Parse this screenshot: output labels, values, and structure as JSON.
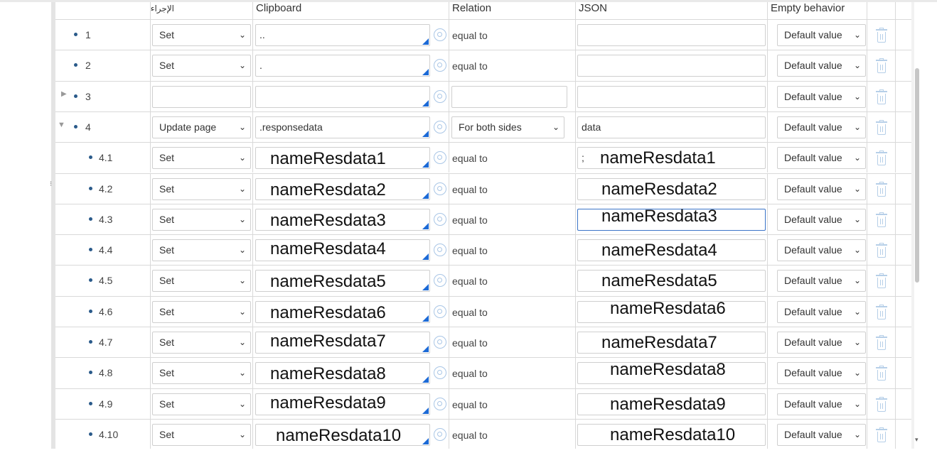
{
  "columns": {
    "action": "الإجراء",
    "clipboard": "Clipboard",
    "relation": "Relation",
    "json": "JSON",
    "empty_behavior": "Empty behavior"
  },
  "rows": [
    {
      "num": "1",
      "action": "Set",
      "clipboard": "..",
      "clipboard_overlay": "",
      "relation": "equal to",
      "relation_type": "text",
      "json": "",
      "json_overlay": "",
      "empty": "Default value"
    },
    {
      "num": "2",
      "action": "Set",
      "clipboard": ".",
      "clipboard_overlay": "",
      "relation": "equal to",
      "relation_type": "text",
      "json": "",
      "json_overlay": "",
      "empty": "Default value"
    },
    {
      "num": "3",
      "action": "",
      "clipboard": "",
      "clipboard_overlay": "",
      "relation": "",
      "relation_type": "input",
      "json": "",
      "json_overlay": "",
      "empty": "Default value",
      "collapsed": true
    },
    {
      "num": "4",
      "action": "Update page",
      "clipboard": ".responsedata",
      "clipboard_overlay": "",
      "relation": "For both sides",
      "relation_type": "select",
      "json": "data",
      "json_overlay": "",
      "empty": "Default value",
      "expanded": true
    },
    {
      "num": "4.1",
      "action": "Set",
      "clipboard": "",
      "clipboard_overlay": "nameResdata1",
      "relation": "equal to",
      "relation_type": "text",
      "json": ";",
      "json_overlay": "nameResdata1",
      "empty": "Default value"
    },
    {
      "num": "4.2",
      "action": "Set",
      "clipboard": "",
      "clipboard_overlay": "nameResdata2",
      "relation": "equal to",
      "relation_type": "text",
      "json": "",
      "json_overlay": "nameResdata2",
      "empty": "Default value"
    },
    {
      "num": "4.3",
      "action": "Set",
      "clipboard": "",
      "clipboard_overlay": "nameResdata3",
      "relation": "equal to",
      "relation_type": "text",
      "json": "",
      "json_overlay": "nameResdata3",
      "empty": "Default value",
      "json_focused": true
    },
    {
      "num": "4.4",
      "action": "Set",
      "clipboard": "",
      "clipboard_overlay": "nameResdata4",
      "relation": "equal to",
      "relation_type": "text",
      "json": "",
      "json_overlay": "nameResdata4",
      "empty": "Default value"
    },
    {
      "num": "4.5",
      "action": "Set",
      "clipboard": "",
      "clipboard_overlay": "nameResdata5",
      "relation": "equal to",
      "relation_type": "text",
      "json": "",
      "json_overlay": "nameResdata5",
      "empty": "Default value"
    },
    {
      "num": "4.6",
      "action": "Set",
      "clipboard": "",
      "clipboard_overlay": "nameResdata6",
      "relation": "equal to",
      "relation_type": "text",
      "json": "",
      "json_overlay": "nameResdata6",
      "empty": "Default value"
    },
    {
      "num": "4.7",
      "action": "Set",
      "clipboard": "",
      "clipboard_overlay": "nameResdata7",
      "relation": "equal to",
      "relation_type": "text",
      "json": "",
      "json_overlay": "nameResdata7",
      "empty": "Default value"
    },
    {
      "num": "4.8",
      "action": "Set",
      "clipboard": "",
      "clipboard_overlay": "nameResdata8",
      "relation": "equal to",
      "relation_type": "text",
      "json": "",
      "json_overlay": "nameResdata8",
      "empty": "Default value"
    },
    {
      "num": "4.9",
      "action": "Set",
      "clipboard": "",
      "clipboard_overlay": "nameResdata9",
      "relation": "equal to",
      "relation_type": "text",
      "json": "",
      "json_overlay": "nameResdata9",
      "empty": "Default value"
    },
    {
      "num": "4.10",
      "action": "Set",
      "clipboard": "",
      "clipboard_overlay": "nameResdata10",
      "relation": "equal to",
      "relation_type": "text",
      "json": "",
      "json_overlay": "nameResdata10",
      "empty": "Default value"
    }
  ],
  "colors": {
    "accent": "#1c6ad6",
    "bullet": "#2a5a8a",
    "icon": "#b6cfe8",
    "border": "#d9d9d9"
  },
  "icons": {
    "target": "target-icon",
    "delete": "trash-icon",
    "dropdown": "chevron-down-icon",
    "expand": "caret-right-icon",
    "collapse": "caret-down-icon"
  }
}
